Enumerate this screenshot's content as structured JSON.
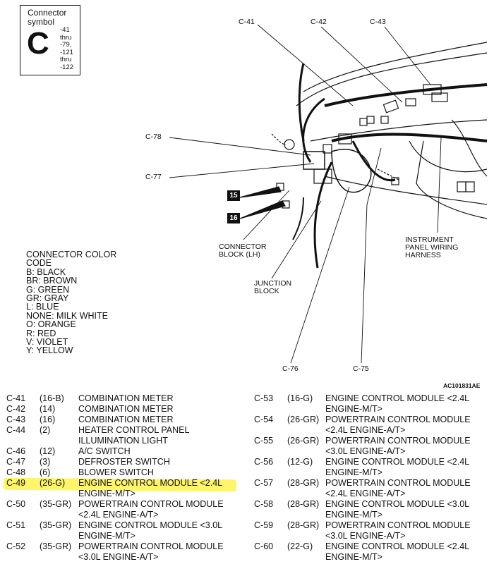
{
  "symbol": {
    "title_lines": [
      "Connector",
      "symbol"
    ],
    "letter": "C",
    "range_lines": [
      "-41",
      "thru",
      "-79,",
      "-121",
      "thru",
      "-122"
    ]
  },
  "color_code": {
    "heading_lines": [
      "CONNECTOR COLOR",
      "CODE"
    ],
    "entries": [
      "B: BLACK",
      "BR: BROWN",
      "G: GREEN",
      "GR: GRAY",
      "L: BLUE",
      "NONE: MILK WHITE",
      "O: ORANGE",
      "R: RED",
      "V: VIOLET",
      "Y: YELLOW"
    ]
  },
  "diagram": {
    "labels": {
      "c41": "C-41",
      "c42": "C-42",
      "c43": "C-43",
      "c78": "C-78",
      "c77": "C-77",
      "c76": "C-76",
      "c75": "C-75",
      "conn_block": [
        "CONNECTOR",
        "BLOCK (LH)"
      ],
      "junction_block": [
        "JUNCTION",
        "BLOCK"
      ],
      "harness": [
        "INSTRUMENT",
        "PANEL WIRING",
        "HARNESS"
      ]
    },
    "badges": [
      "15",
      "16"
    ],
    "figure_id": "AC101831AE"
  },
  "table_left": [
    {
      "id": "C-41",
      "code": "(16-B)",
      "desc": [
        "COMBINATION METER"
      ]
    },
    {
      "id": "C-42",
      "code": "(14)",
      "desc": [
        "COMBINATION METER"
      ]
    },
    {
      "id": "C-43",
      "code": "(16)",
      "desc": [
        "COMBINATION METER"
      ]
    },
    {
      "id": "C-44",
      "code": "(2)",
      "desc": [
        "HEATER CONTROL PANEL",
        "ILLUMINATION LIGHT"
      ]
    },
    {
      "id": "C-46",
      "code": "(12)",
      "desc": [
        "A/C SWITCH"
      ]
    },
    {
      "id": "C-47",
      "code": "(3)",
      "desc": [
        "DEFROSTER SWITCH"
      ]
    },
    {
      "id": "C-48",
      "code": "(6)",
      "desc": [
        "BLOWER SWITCH"
      ]
    },
    {
      "id": "C-49",
      "code": "(26-G)",
      "desc": [
        "ENGINE CONTROL MODULE <2.4L",
        "ENGINE-M/T>"
      ]
    },
    {
      "id": "C-50",
      "code": "(35-GR)",
      "desc": [
        "POWERTRAIN CONTROL MODULE",
        "<2.4L ENGINE-A/T>"
      ]
    },
    {
      "id": "C-51",
      "code": "(35-GR)",
      "desc": [
        "ENGINE CONTROL MODULE <3.0L",
        "ENGINE-M/T>"
      ]
    },
    {
      "id": "C-52",
      "code": "(35-GR)",
      "desc": [
        "POWERTRAIN CONTROL MODULE",
        "<3.0L ENGINE-A/T>"
      ]
    }
  ],
  "table_right": [
    {
      "id": "C-53",
      "code": "(16-G)",
      "desc": [
        "ENGINE CONTROL MODULE <2.4L",
        "ENGINE-M/T>"
      ]
    },
    {
      "id": "C-54",
      "code": "(26-GR)",
      "desc": [
        "POWERTRAIN CONTROL MODULE",
        "<2.4L ENGINE-A/T>"
      ]
    },
    {
      "id": "C-55",
      "code": "(26-GR)",
      "desc": [
        "POWERTRAIN CONTROL MODULE",
        "<3.0L ENGINE-A/T>"
      ]
    },
    {
      "id": "C-56",
      "code": "(12-G)",
      "desc": [
        "ENGINE CONTROL MODULE <2.4L",
        "ENGINE-M/T>"
      ]
    },
    {
      "id": "C-57",
      "code": "(28-GR)",
      "desc": [
        "POWERTRAIN CONTROL MODULE",
        "<2.4L ENGINE-A/T>"
      ]
    },
    {
      "id": "C-58",
      "code": "(28-GR)",
      "desc": [
        "ENGINE CONTROL MODULE <3.0L",
        "ENGINE-M/T>"
      ]
    },
    {
      "id": "C-59",
      "code": "(28-GR)",
      "desc": [
        "POWERTRAIN CONTROL MODULE",
        "<3.0L ENGINE-A/T>"
      ]
    },
    {
      "id": "C-60",
      "code": "(22-G)",
      "desc": [
        "ENGINE CONTROL MODULE <2.4L",
        "ENGINE-M/T>"
      ]
    }
  ],
  "highlight_color": "#fff34d"
}
